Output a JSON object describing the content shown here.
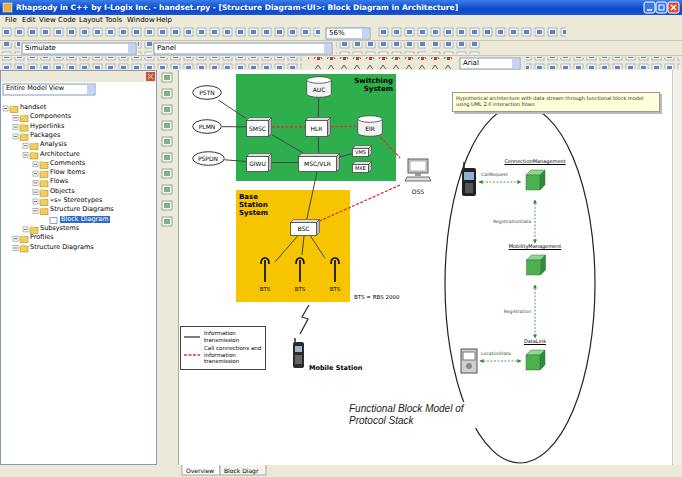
{
  "diagram": {
    "nodes": [
      {
        "text": [
          "Switching System"
        ]
      },
      {
        "text": [
          "PSTN"
        ]
      },
      {
        "text": [
          "AUC"
        ],
        "in": 0
      },
      {
        "text": [
          "PLMN"
        ]
      },
      {
        "text": [
          "SMSC"
        ],
        "in": 0
      },
      {
        "text": [
          "HLR"
        ],
        "in": 0
      },
      {
        "text": [
          "EIR"
        ],
        "in": 0
      },
      {
        "text": [
          "PSPDN"
        ]
      },
      {
        "text": [
          "GIWU"
        ],
        "in": 0
      },
      {
        "text": [
          "MSC/VLR"
        ],
        "in": 0
      },
      {
        "text": [
          "VMS"
        ],
        "in": 0
      },
      {
        "text": [
          "MXE"
        ],
        "in": 0
      },
      {
        "text": [
          "OSS"
        ]
      },
      {
        "text": [
          "Base Station System"
        ]
      },
      {
        "text": [
          "BSC"
        ],
        "in": 13
      },
      {
        "text": [
          "BTS"
        ],
        "in": 13
      },
      {
        "text": [
          "BTS"
        ],
        "in": 13
      },
      {
        "text": [
          "BTS"
        ],
        "in": 13
      },
      {
        "text": [
          "Mobile Station"
        ]
      },
      {
        "text": [
          "Hypothetical architecture with data stream through functional block model using UML 2.0 interaction flows"
        ]
      },
      {
        "text": [
          "Functional Block Model of Protocol Stack"
        ]
      },
      {
        "text": [
          "ConnectionManagement"
        ],
        "in": 20
      },
      {
        "text": [
          "MobilityManagement"
        ],
        "in": 20
      },
      {
        "text": [
          "DataLink"
        ],
        "in": 20
      }
    ],
    "edges": [
      {
        "from": 1,
        "to": 4,
        "arrow": "none"
      },
      {
        "from": 3,
        "to": 4,
        "arrow": "none"
      },
      {
        "from": 7,
        "to": 8,
        "arrow": "none"
      },
      {
        "from": 4,
        "to": 5,
        "arrow": "none"
      },
      {
        "from": 2,
        "to": 5,
        "arrow": "none"
      },
      {
        "from": 5,
        "to": 6,
        "arrow": "none"
      },
      {
        "from": 4,
        "to": 9,
        "arrow": "none"
      },
      {
        "from": 5,
        "to": 9,
        "arrow": "none"
      },
      {
        "from": 8,
        "to": 9,
        "arrow": "none"
      },
      {
        "from": 9,
        "to": 10,
        "arrow": "none"
      },
      {
        "from": 9,
        "to": 14,
        "arrow": "none"
      },
      {
        "from": 14,
        "to": 15,
        "arrow": "none"
      },
      {
        "from": 14,
        "to": 16,
        "arrow": "none"
      },
      {
        "from": 14,
        "to": 17,
        "arrow": "none"
      },
      {
        "from": 12,
        "to": 14,
        "arrow": "none"
      },
      {
        "from": 6,
        "to": 12,
        "arrow": "none"
      },
      {
        "from": 21,
        "to": 22,
        "label": "RegistrationData",
        "arrow": "both"
      },
      {
        "from": 22,
        "to": 23,
        "label": "Registration",
        "arrow": "both"
      }
    ],
    "labels": [
      "Rhapsody in C++ by I-Logix Inc. - handset.rpy - [Structure Diagram<UI>: Block Diagram in Architecture]",
      "File",
      "Edit",
      "View",
      "Code",
      "Layout",
      "Tools",
      "Window",
      "Help",
      "56%",
      "Simulate",
      "Panel",
      "Arial",
      "Entire Model View",
      "handset",
      "Components",
      "Hyperlinks",
      "Packages",
      "Analysis",
      "Architecture",
      "Comments",
      "Flow Items",
      "Flows",
      "Objects",
      "«s» Stereotypes",
      "Structure Diagrams",
      "Block Diagram",
      "Subsystems",
      "Profiles",
      "Structure Diagrams",
      "BTS = RBS 2000",
      "CallRequest",
      "LocationData",
      "Overview",
      "Block Diagr"
    ],
    "legend": [
      {
        "text": "Information transmission"
      },
      {
        "text": "Call connections and information transmission"
      }
    ]
  }
}
